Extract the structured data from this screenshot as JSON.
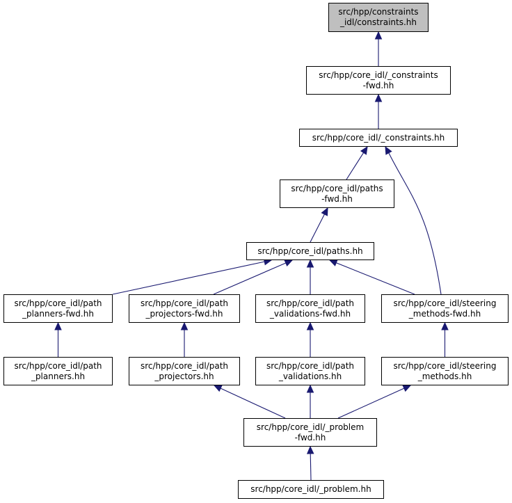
{
  "graph": {
    "edge_color": "#191970",
    "root_fill": "#bfbfbf",
    "nodes": [
      {
        "id": "n0",
        "lines": [
          "src/hpp/constraints",
          "_idl/constraints.hh"
        ],
        "root": true
      },
      {
        "id": "n1",
        "lines": [
          "src/hpp/core_idl/_constraints",
          "-fwd.hh"
        ]
      },
      {
        "id": "n2",
        "lines": [
          "src/hpp/core_idl/_constraints.hh"
        ]
      },
      {
        "id": "n3",
        "lines": [
          "src/hpp/core_idl/paths",
          "-fwd.hh"
        ]
      },
      {
        "id": "n4",
        "lines": [
          "src/hpp/core_idl/paths.hh"
        ]
      },
      {
        "id": "n5",
        "lines": [
          "src/hpp/core_idl/path",
          "_planners-fwd.hh"
        ]
      },
      {
        "id": "n6",
        "lines": [
          "src/hpp/core_idl/path",
          "_projectors-fwd.hh"
        ]
      },
      {
        "id": "n7",
        "lines": [
          "src/hpp/core_idl/path",
          "_validations-fwd.hh"
        ]
      },
      {
        "id": "n8",
        "lines": [
          "src/hpp/core_idl/steering",
          "_methods-fwd.hh"
        ]
      },
      {
        "id": "n9",
        "lines": [
          "src/hpp/core_idl/path",
          "_planners.hh"
        ]
      },
      {
        "id": "n10",
        "lines": [
          "src/hpp/core_idl/path",
          "_projectors.hh"
        ]
      },
      {
        "id": "n11",
        "lines": [
          "src/hpp/core_idl/path",
          "_validations.hh"
        ]
      },
      {
        "id": "n12",
        "lines": [
          "src/hpp/core_idl/steering",
          "_methods.hh"
        ]
      },
      {
        "id": "n13",
        "lines": [
          "src/hpp/core_idl/_problem",
          "-fwd.hh"
        ]
      },
      {
        "id": "n14",
        "lines": [
          "src/hpp/core_idl/_problem.hh"
        ]
      }
    ],
    "edges": [
      {
        "from": "n1",
        "to": "n0"
      },
      {
        "from": "n2",
        "to": "n1"
      },
      {
        "from": "n3",
        "to": "n2"
      },
      {
        "from": "n8",
        "to": "n2"
      },
      {
        "from": "n4",
        "to": "n3"
      },
      {
        "from": "n5",
        "to": "n4"
      },
      {
        "from": "n6",
        "to": "n4"
      },
      {
        "from": "n7",
        "to": "n4"
      },
      {
        "from": "n8",
        "to": "n4"
      },
      {
        "from": "n9",
        "to": "n5"
      },
      {
        "from": "n10",
        "to": "n6"
      },
      {
        "from": "n11",
        "to": "n7"
      },
      {
        "from": "n12",
        "to": "n8"
      },
      {
        "from": "n13",
        "to": "n10"
      },
      {
        "from": "n13",
        "to": "n11"
      },
      {
        "from": "n13",
        "to": "n12"
      },
      {
        "from": "n14",
        "to": "n13"
      }
    ]
  }
}
